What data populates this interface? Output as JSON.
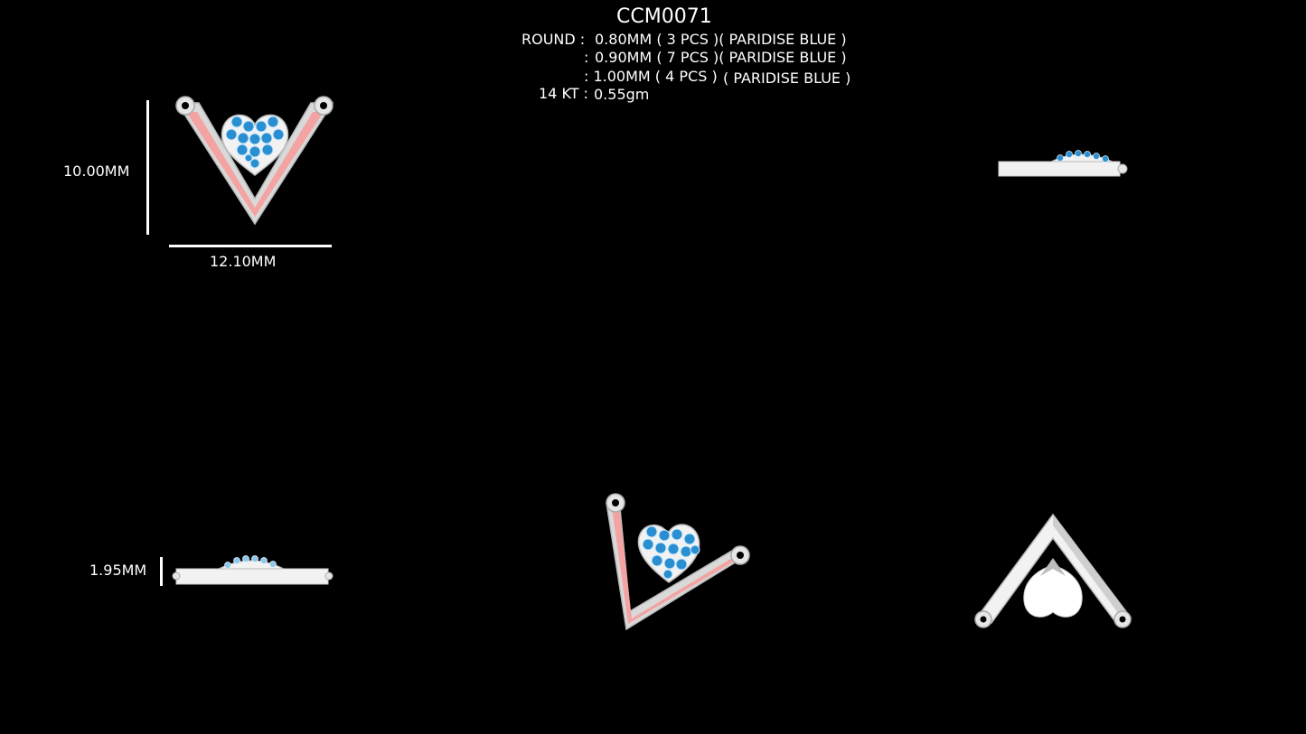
{
  "title": "CCM0071",
  "specs": {
    "round_label": "ROUND :",
    "row1": "0.80MM ( 3 PCS )( PARIDISE BLUE )",
    "row2_colon": ":",
    "row2": "0.90MM ( 7 PCS )( PARIDISE BLUE )",
    "row3_a": ": 1.00MM ( 4 PCS )",
    "row3_b": "( PARIDISE BLUE )",
    "metal_label": "14 KT :",
    "metal_weight": "0.55gm"
  },
  "dimensions": {
    "height": "10.00MM",
    "width": "12.10MM",
    "thickness": "1.95MM"
  },
  "colors": {
    "background": "#000000",
    "metal": "#e6e6e6",
    "enamel": "#f4a3a3",
    "stone": "#2a8fd1"
  }
}
